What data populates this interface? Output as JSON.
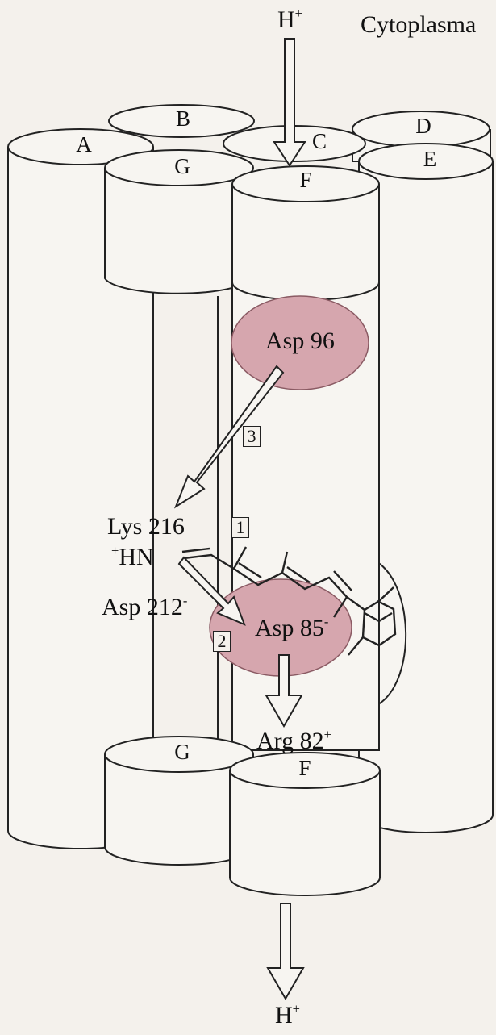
{
  "compartment_label": "Cytoplasma",
  "proton_in": {
    "text": "H",
    "charge": "+"
  },
  "proton_out": {
    "text": "H",
    "charge": "+"
  },
  "helices_top": [
    "A",
    "B",
    "C",
    "D",
    "E",
    "F",
    "G"
  ],
  "helices_bottom": [
    "G",
    "F"
  ],
  "residues": {
    "asp96": "Asp 96",
    "lys216": "Lys 216",
    "hn": {
      "charge": "+",
      "text": "HN"
    },
    "asp212": {
      "text": "Asp 212",
      "charge": "-"
    },
    "asp85": {
      "text": "Asp 85",
      "charge": "-"
    },
    "arg82": {
      "text": "Arg 82",
      "charge": "+"
    }
  },
  "steps": [
    "1",
    "2",
    "3"
  ],
  "colors": {
    "highlight": "#d6a6ae",
    "line": "#222222",
    "background": "#f4f1ec"
  }
}
